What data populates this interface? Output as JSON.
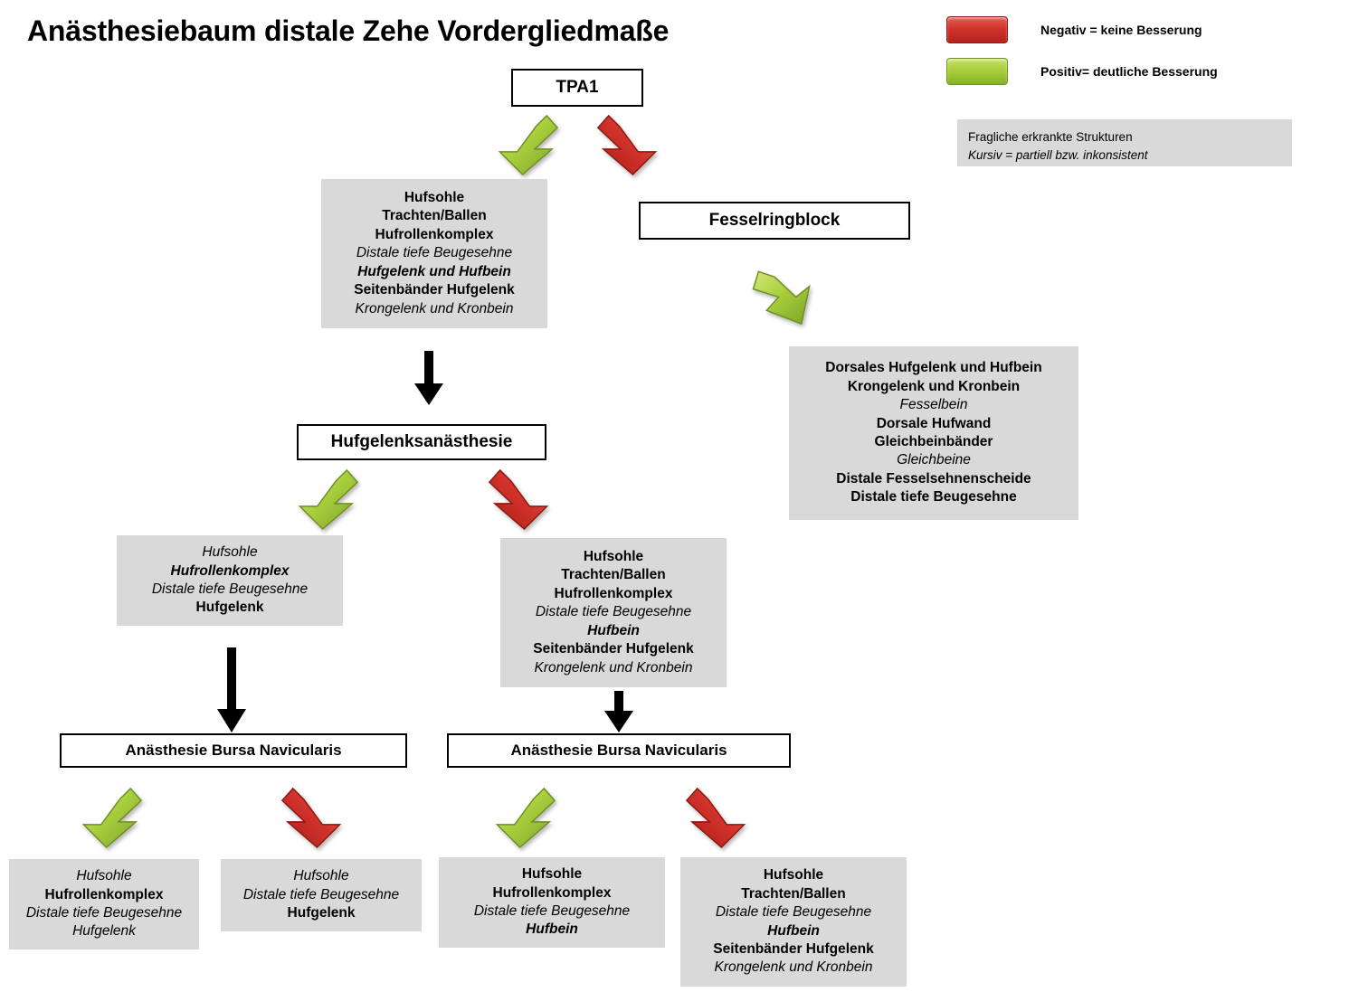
{
  "title": "Anästhesiebaum distale Zehe Vordergliedmaße",
  "legend": {
    "negative_label": "Negativ = keine Besserung",
    "positive_label": "Positiv= deutliche Besserung",
    "note_line1": "Fragliche erkrankte Strukturen",
    "note_line2": "Kursiv = partiell bzw. inkonsistent",
    "negative_color": "#d2332b",
    "positive_color": "#a8cf3c",
    "box_fill": "#d9d9d9"
  },
  "nodes": {
    "tpa1": {
      "label": "TPA1"
    },
    "fesselringblock": {
      "label": "Fesselringblock"
    },
    "hufgelenksanaesthesie": {
      "label": "Hufgelenksanästhesie"
    },
    "bursa_left": {
      "label": "Anästhesie Bursa Navicularis"
    },
    "bursa_right": {
      "label": "Anästhesie Bursa Navicularis"
    }
  },
  "findings": {
    "tpa1_positive": {
      "lines": [
        {
          "text": "Hufsohle",
          "style": "b"
        },
        {
          "text": "Trachten/Ballen",
          "style": "b"
        },
        {
          "text": "Hufrollenkomplex",
          "style": "b"
        },
        {
          "text": "Distale  tiefe Beugesehne",
          "style": "i"
        },
        {
          "text": "Hufgelenk und Hufbein",
          "style": "bi"
        },
        {
          "text": "Seitenbänder Hufgelenk",
          "style": "b"
        },
        {
          "text": "Krongelenk und Kronbein",
          "style": "i"
        }
      ]
    },
    "fesselringblock_positive": {
      "lines": [
        {
          "text": "Dorsales Hufgelenk und Hufbein",
          "style": "b"
        },
        {
          "text": "Krongelenk und Kronbein",
          "style": "b"
        },
        {
          "text": "Fesselbein",
          "style": "i"
        },
        {
          "text": "Dorsale Hufwand",
          "style": "b"
        },
        {
          "text": "Gleichbeinbänder",
          "style": "b"
        },
        {
          "text": "Gleichbeine",
          "style": "i"
        },
        {
          "text": "Distale Fesselsehnenscheide",
          "style": "b"
        },
        {
          "text": "Distale tiefe Beugesehne",
          "style": "b"
        }
      ]
    },
    "hufgelenk_positive": {
      "lines": [
        {
          "text": "Hufsohle",
          "style": "i"
        },
        {
          "text": "Hufrollenkomplex",
          "style": "bi"
        },
        {
          "text": "Distale tiefe Beugesehne",
          "style": "i"
        },
        {
          "text": "Hufgelenk",
          "style": "b"
        }
      ]
    },
    "hufgelenk_negative": {
      "lines": [
        {
          "text": "Hufsohle",
          "style": "b"
        },
        {
          "text": "Trachten/Ballen",
          "style": "b"
        },
        {
          "text": "Hufrollenkomplex",
          "style": "b"
        },
        {
          "text": "Distale tiefe Beugesehne",
          "style": "i"
        },
        {
          "text": "Hufbein",
          "style": "bi"
        },
        {
          "text": "Seitenbänder Hufgelenk",
          "style": "b"
        },
        {
          "text": "Krongelenk und Kronbein",
          "style": "i"
        }
      ]
    },
    "bursa_left_positive": {
      "lines": [
        {
          "text": "Hufsohle",
          "style": "i"
        },
        {
          "text": "Hufrollenkomplex",
          "style": "b"
        },
        {
          "text": "Distale tiefe Beugesehne",
          "style": "i"
        },
        {
          "text": "Hufgelenk",
          "style": "i"
        }
      ]
    },
    "bursa_left_negative": {
      "lines": [
        {
          "text": "Hufsohle",
          "style": "i"
        },
        {
          "text": "Distale tiefe Beugesehne",
          "style": "i"
        },
        {
          "text": "Hufgelenk",
          "style": "b"
        }
      ]
    },
    "bursa_right_positive": {
      "lines": [
        {
          "text": "Hufsohle",
          "style": "b"
        },
        {
          "text": "Hufrollenkomplex",
          "style": "b"
        },
        {
          "text": "Distale tiefe Beugesehne",
          "style": "i"
        },
        {
          "text": "Hufbein",
          "style": "bi"
        }
      ]
    },
    "bursa_right_negative": {
      "lines": [
        {
          "text": "Hufsohle",
          "style": "b"
        },
        {
          "text": "Trachten/Ballen",
          "style": "b"
        },
        {
          "text": "Distale tiefe Beugesehne",
          "style": "i"
        },
        {
          "text": "Hufbein",
          "style": "bi"
        },
        {
          "text": "Seitenbänder Hufgelenk",
          "style": "b"
        },
        {
          "text": "Krongelenk und Kronbein",
          "style": "i"
        }
      ]
    }
  }
}
